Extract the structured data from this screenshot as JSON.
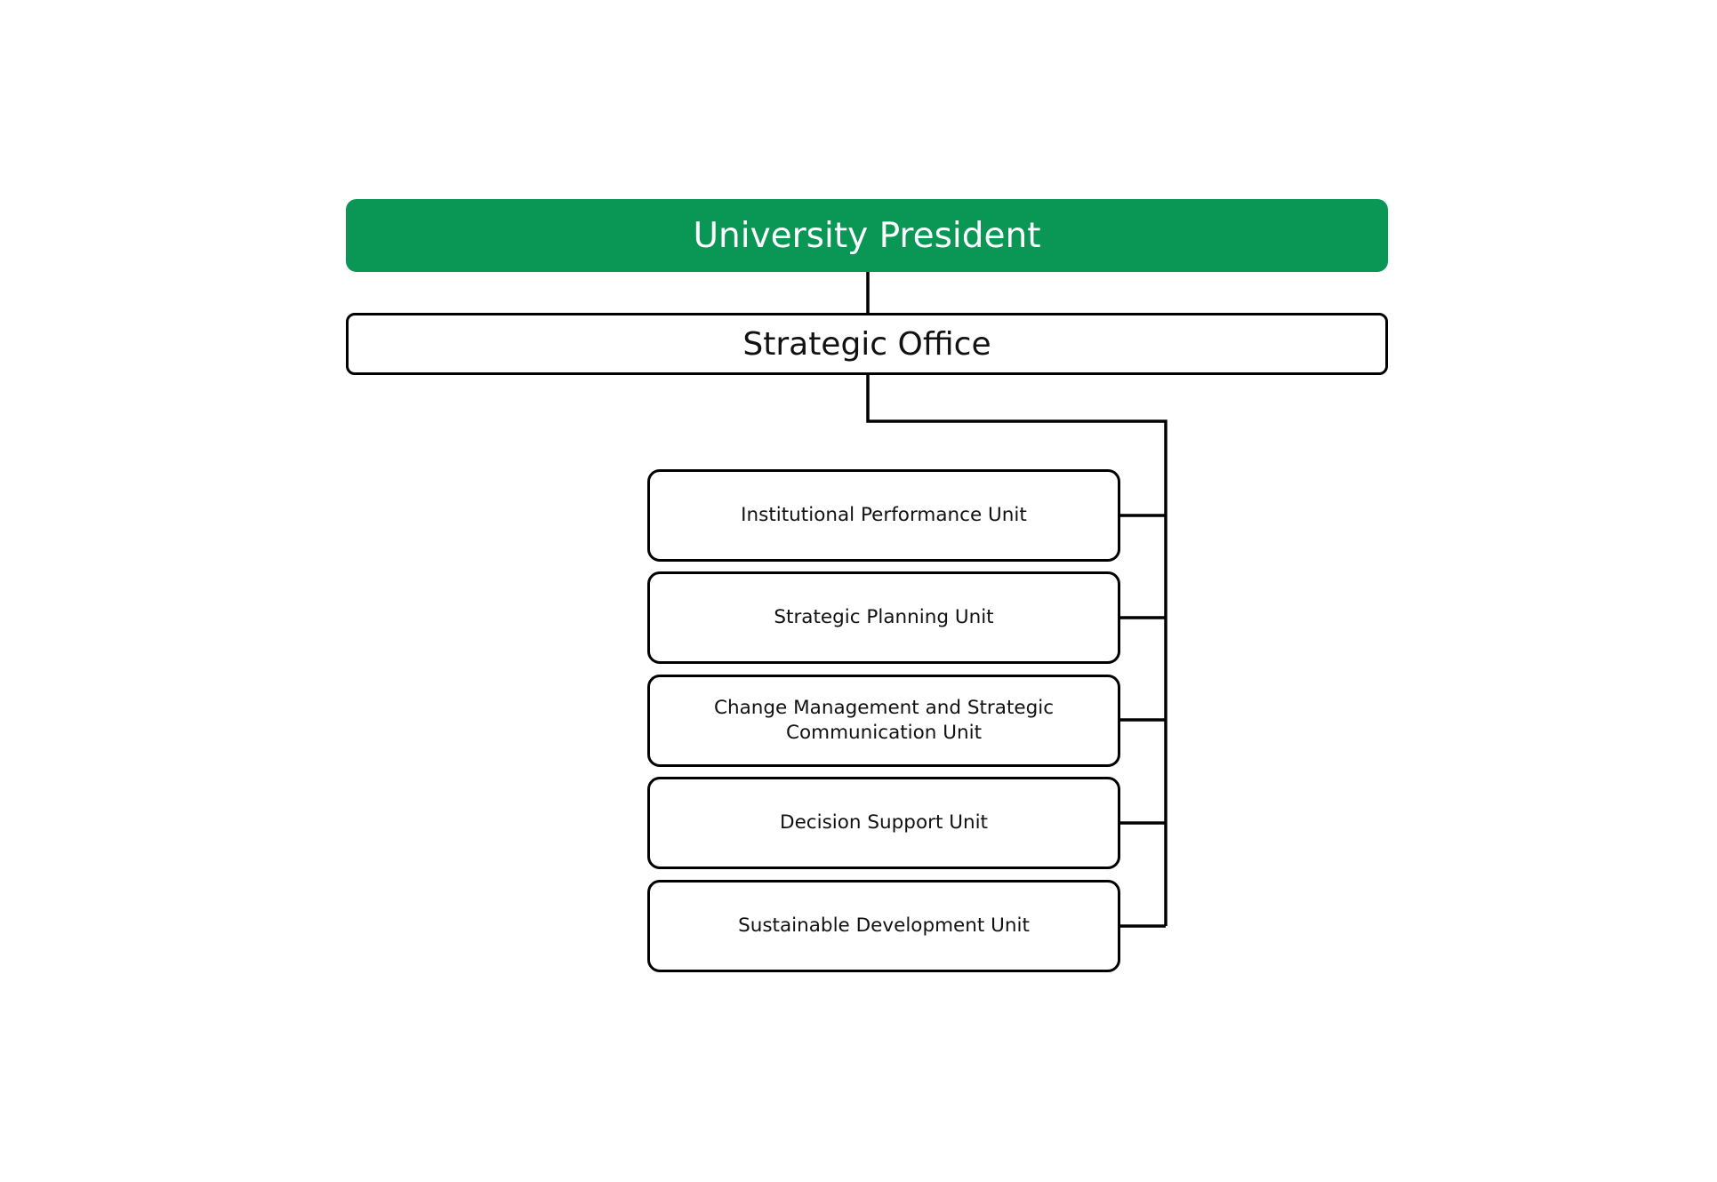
{
  "org_chart": {
    "president": {
      "label": "University President",
      "color": "#0a9655"
    },
    "office": {
      "label": "Strategic Office"
    },
    "units": [
      {
        "label": "Institutional Performance Unit"
      },
      {
        "label": "Strategic Planning Unit"
      },
      {
        "label": "Change Management and Strategic Communication Unit"
      },
      {
        "label": "Decision Support Unit"
      },
      {
        "label": "Sustainable Development Unit"
      }
    ]
  }
}
